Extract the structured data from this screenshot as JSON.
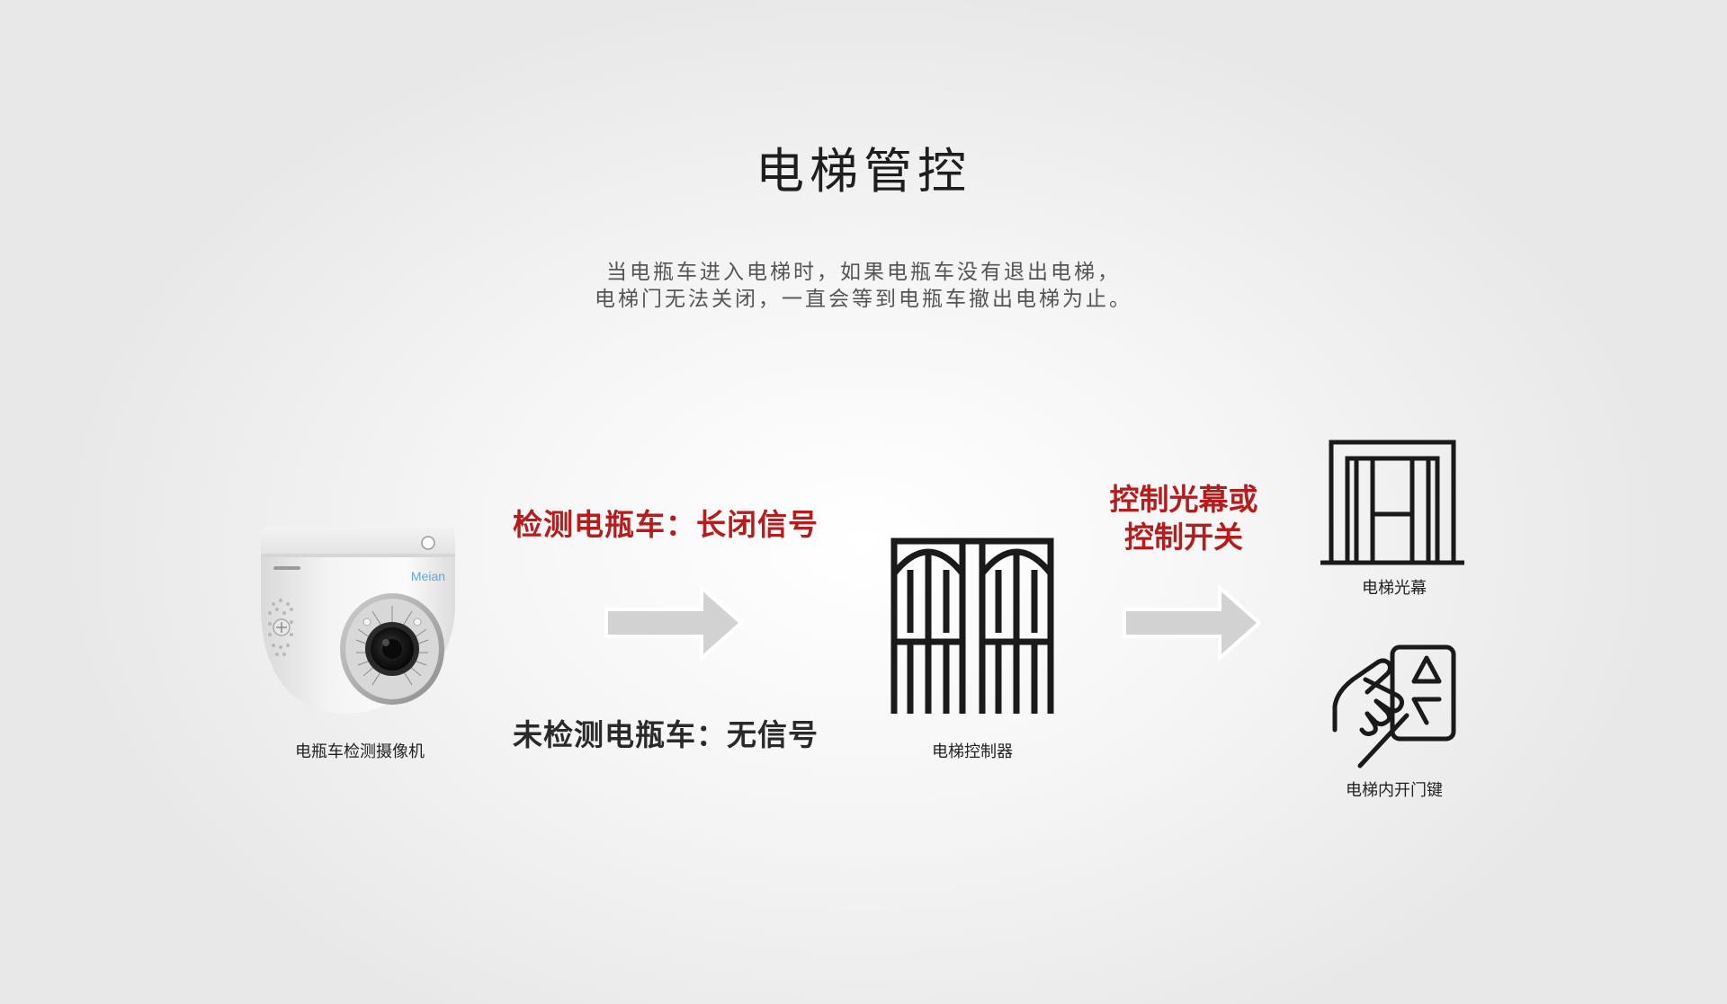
{
  "title": "电梯管控",
  "description": {
    "line1": "当电瓶车进入电梯时，如果电瓶车没有退出电梯，",
    "line2": "电梯门无法关闭，一直会等到电瓶车撤出电梯为止。"
  },
  "camera": {
    "brand": "Meian",
    "caption": "电瓶车检测摄像机",
    "icon": "dome-camera-image"
  },
  "signals": {
    "detected": "检测电瓶车：长闭信号",
    "not_detected": "未检测电瓶车：无信号"
  },
  "controller": {
    "caption": "电梯控制器",
    "icon": "elevator-controller-icon"
  },
  "control_action": {
    "line1": "控制光幕或",
    "line2": "控制开关"
  },
  "light_curtain": {
    "caption": "电梯光幕",
    "icon": "elevator-light-curtain-icon"
  },
  "open_button": {
    "caption": "电梯内开门键",
    "icon": "door-open-button-icon"
  },
  "colors": {
    "accent_red": "#b61c1c",
    "arrow_gray": "#d2d2d2",
    "icon_black": "#1a1a1a"
  }
}
